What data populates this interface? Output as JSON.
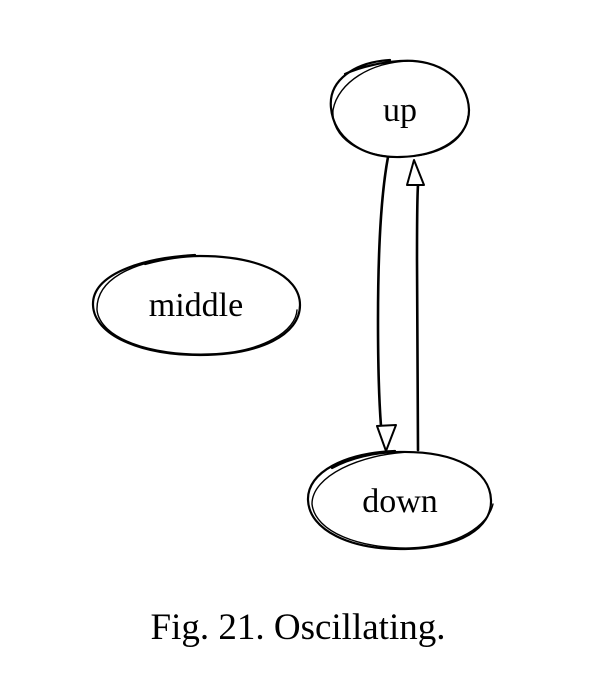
{
  "diagram": {
    "nodes": {
      "up": {
        "label": "up"
      },
      "middle": {
        "label": "middle"
      },
      "down": {
        "label": "down"
      }
    },
    "edges": [
      {
        "from": "up",
        "to": "down"
      },
      {
        "from": "down",
        "to": "up"
      }
    ]
  },
  "caption": "Fig. 21. Oscillating."
}
